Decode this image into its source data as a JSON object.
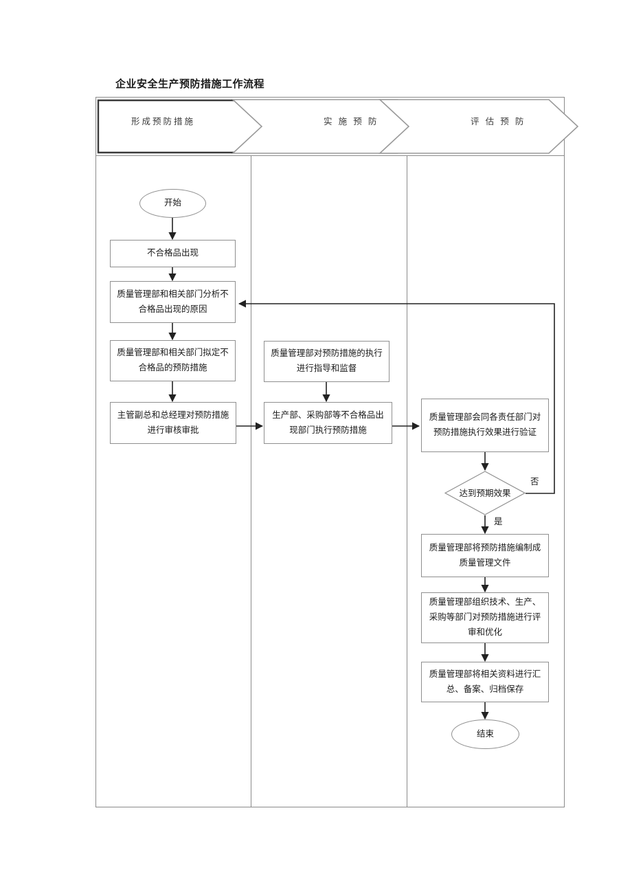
{
  "document": {
    "title": "企业安全生产预防措施工作流程"
  },
  "banner": {
    "stages": [
      {
        "label": "形成预防措施"
      },
      {
        "label": "实 施 预 防"
      },
      {
        "label": "评 估 预 防"
      }
    ]
  },
  "columns": [
    {
      "name": "形成预防措施"
    },
    {
      "name": "实施预防"
    },
    {
      "name": "评估预防"
    }
  ],
  "nodes": {
    "start": "开始",
    "nonconforming_appears": "不合格品出现",
    "analyze_cause": "质量管理部和相关部门分析不合格品出现的原因",
    "draft_measures": "质量管理部和相关部门拟定不合格品的预防措施",
    "approve_measures": "主管副总和总经理对预防措施进行审核审批",
    "guide_supervise": "质量管理部对预防措施的执行进行指导和监督",
    "execute_measures": "生产部、采购部等不合格品出现部门执行预防措施",
    "verify_effect": "质量管理部会同各责任部门对预防措施执行效果进行验证",
    "decision_effect": "达到预期效果",
    "compile_document": "质量管理部将预防措施编制成质量管理文件",
    "review_optimize": "质量管理部组织技术、生产、采购等部门对预防措施进行评审和优化",
    "archive_records": "质量管理部将相关资料进行汇总、备案、归档保存",
    "end": "结束"
  },
  "edge_labels": {
    "no": "否",
    "yes": "是"
  },
  "colors": {
    "frame_border": "#8a8a8a",
    "node_border": "#8f8f8f",
    "connector": "#222222",
    "chevron_active": "#3a3a3a",
    "chevron_inactive": "#9a9a9a",
    "text": "#1b1b1b",
    "background": "#ffffff"
  }
}
